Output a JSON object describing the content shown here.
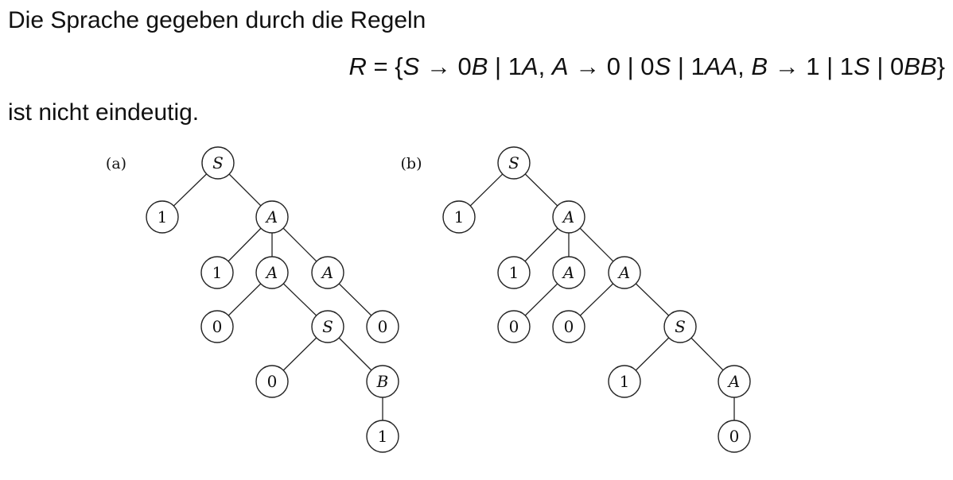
{
  "text": {
    "intro": "Die Sprache gegeben durch die Regeln",
    "outro": "ist nicht eindeutig."
  },
  "formula": {
    "parts": [
      {
        "t": "R",
        "v": true
      },
      {
        "t": " = {",
        "v": false
      },
      {
        "t": "S",
        "v": true
      },
      {
        "t": " → 0",
        "v": false
      },
      {
        "t": "B",
        "v": true
      },
      {
        "t": " | 1",
        "v": false
      },
      {
        "t": "A",
        "v": true
      },
      {
        "t": ", ",
        "v": false
      },
      {
        "t": "A",
        "v": true
      },
      {
        "t": " → 0 | 0",
        "v": false
      },
      {
        "t": "S",
        "v": true
      },
      {
        "t": " | 1",
        "v": false
      },
      {
        "t": "AA",
        "v": true
      },
      {
        "t": ", ",
        "v": false
      },
      {
        "t": "B",
        "v": true
      },
      {
        "t": " → 1 | 1",
        "v": false
      },
      {
        "t": "S",
        "v": true
      },
      {
        "t": " | 0",
        "v": false
      },
      {
        "t": "BB",
        "v": true
      },
      {
        "t": "}",
        "v": false
      }
    ]
  },
  "trees": [
    {
      "label": "(a)",
      "nodes": [
        {
          "id": "S0",
          "label": "S",
          "var": true
        },
        {
          "id": "n1",
          "label": "1",
          "var": false
        },
        {
          "id": "A1",
          "label": "A",
          "var": true
        },
        {
          "id": "n2",
          "label": "1",
          "var": false
        },
        {
          "id": "A2",
          "label": "A",
          "var": true
        },
        {
          "id": "A3",
          "label": "A",
          "var": true
        },
        {
          "id": "n3",
          "label": "0",
          "var": false
        },
        {
          "id": "S1",
          "label": "S",
          "var": true
        },
        {
          "id": "n4",
          "label": "0",
          "var": false
        },
        {
          "id": "n5",
          "label": "0",
          "var": false
        },
        {
          "id": "B1",
          "label": "B",
          "var": true
        },
        {
          "id": "n6",
          "label": "1",
          "var": false
        }
      ],
      "edges": [
        [
          "S0",
          "n1"
        ],
        [
          "S0",
          "A1"
        ],
        [
          "A1",
          "n2"
        ],
        [
          "A1",
          "A2"
        ],
        [
          "A1",
          "A3"
        ],
        [
          "A2",
          "n3"
        ],
        [
          "A2",
          "S1"
        ],
        [
          "A3",
          "n4"
        ],
        [
          "S1",
          "n5"
        ],
        [
          "S1",
          "B1"
        ],
        [
          "B1",
          "n6"
        ]
      ]
    },
    {
      "label": "(b)",
      "nodes": [
        {
          "id": "S0",
          "label": "S",
          "var": true
        },
        {
          "id": "n1",
          "label": "1",
          "var": false
        },
        {
          "id": "A1",
          "label": "A",
          "var": true
        },
        {
          "id": "n2",
          "label": "1",
          "var": false
        },
        {
          "id": "A2",
          "label": "A",
          "var": true
        },
        {
          "id": "A3",
          "label": "A",
          "var": true
        },
        {
          "id": "n3",
          "label": "0",
          "var": false
        },
        {
          "id": "n4",
          "label": "0",
          "var": false
        },
        {
          "id": "S1",
          "label": "S",
          "var": true
        },
        {
          "id": "n5",
          "label": "1",
          "var": false
        },
        {
          "id": "A4",
          "label": "A",
          "var": true
        },
        {
          "id": "n6",
          "label": "0",
          "var": false
        }
      ],
      "edges": [
        [
          "S0",
          "n1"
        ],
        [
          "S0",
          "A1"
        ],
        [
          "A1",
          "n2"
        ],
        [
          "A1",
          "A2"
        ],
        [
          "A1",
          "A3"
        ],
        [
          "A2",
          "n3"
        ],
        [
          "A3",
          "n4"
        ],
        [
          "A3",
          "S1"
        ],
        [
          "S1",
          "n5"
        ],
        [
          "S1",
          "A4"
        ],
        [
          "A4",
          "n6"
        ]
      ]
    }
  ]
}
